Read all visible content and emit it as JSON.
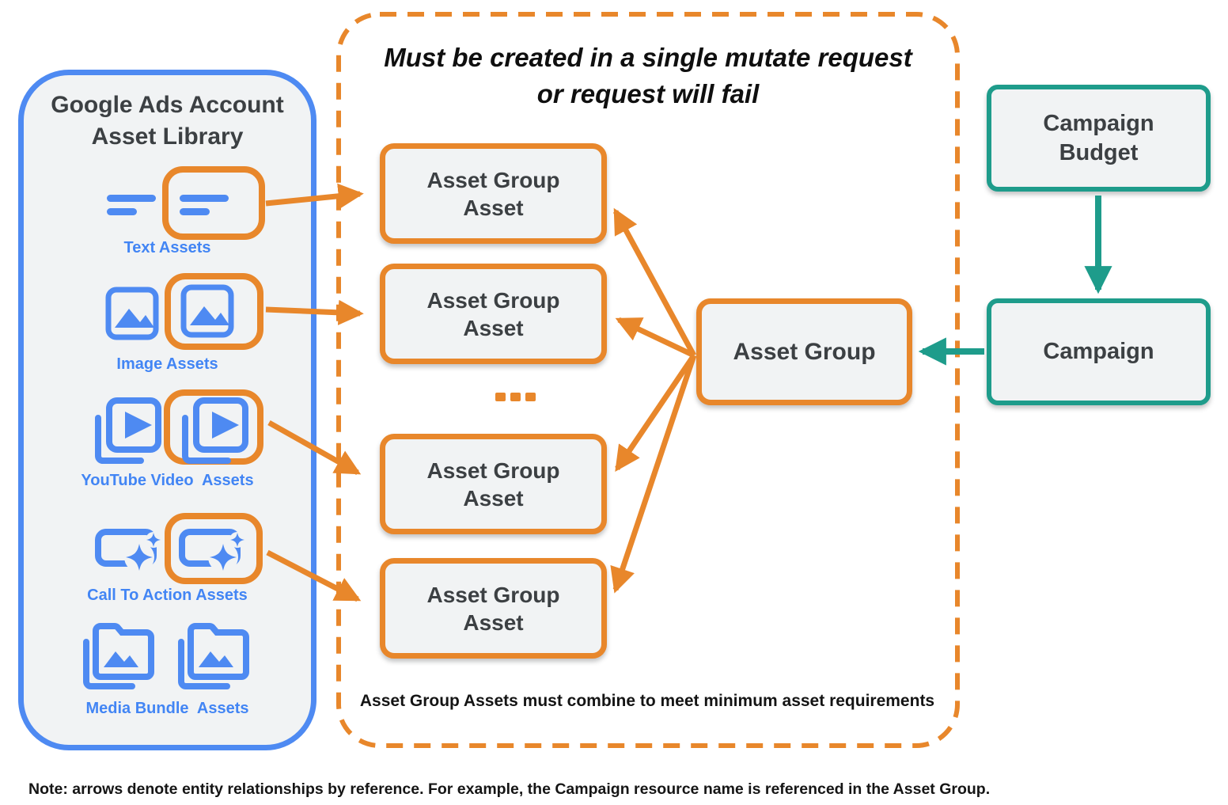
{
  "library": {
    "title_line1": "Google Ads Account",
    "title_line2": "Asset Library",
    "items": [
      {
        "label": "Text Assets",
        "icon": "text-asset-icon",
        "highlighted": true
      },
      {
        "label": "Image Assets",
        "icon": "image-asset-icon",
        "highlighted": true
      },
      {
        "label": "YouTube Video  Assets",
        "icon": "youtube-video-asset-icon",
        "highlighted": true
      },
      {
        "label": "Call To Action Assets",
        "icon": "call-to-action-asset-icon",
        "highlighted": true
      },
      {
        "label": "Media Bundle  Assets",
        "icon": "media-bundle-asset-icon",
        "highlighted": false
      }
    ]
  },
  "mutate_panel": {
    "title_line1": "Must be created in a single mutate request",
    "title_line2": "or request will fail",
    "asset_group_asset": {
      "line1": "Asset Group",
      "line2": "Asset"
    },
    "ellipsis": "...",
    "footer": "Asset Group Assets must combine to meet minimum asset requirements"
  },
  "entities": {
    "asset_group": "Asset Group",
    "campaign_budget_line1": "Campaign",
    "campaign_budget_line2": "Budget",
    "campaign": "Campaign"
  },
  "note": "Note: arrows denote entity relationships by reference. For example, the Campaign resource name is referenced in the Asset Group.",
  "colors": {
    "orange": "#E8872B",
    "icon_blue": "#4E8AF2",
    "label_blue": "#4285F4",
    "teal": "#1E9C8B",
    "box_fill": "#F1F3F4",
    "dark_text": "#3C4043"
  }
}
